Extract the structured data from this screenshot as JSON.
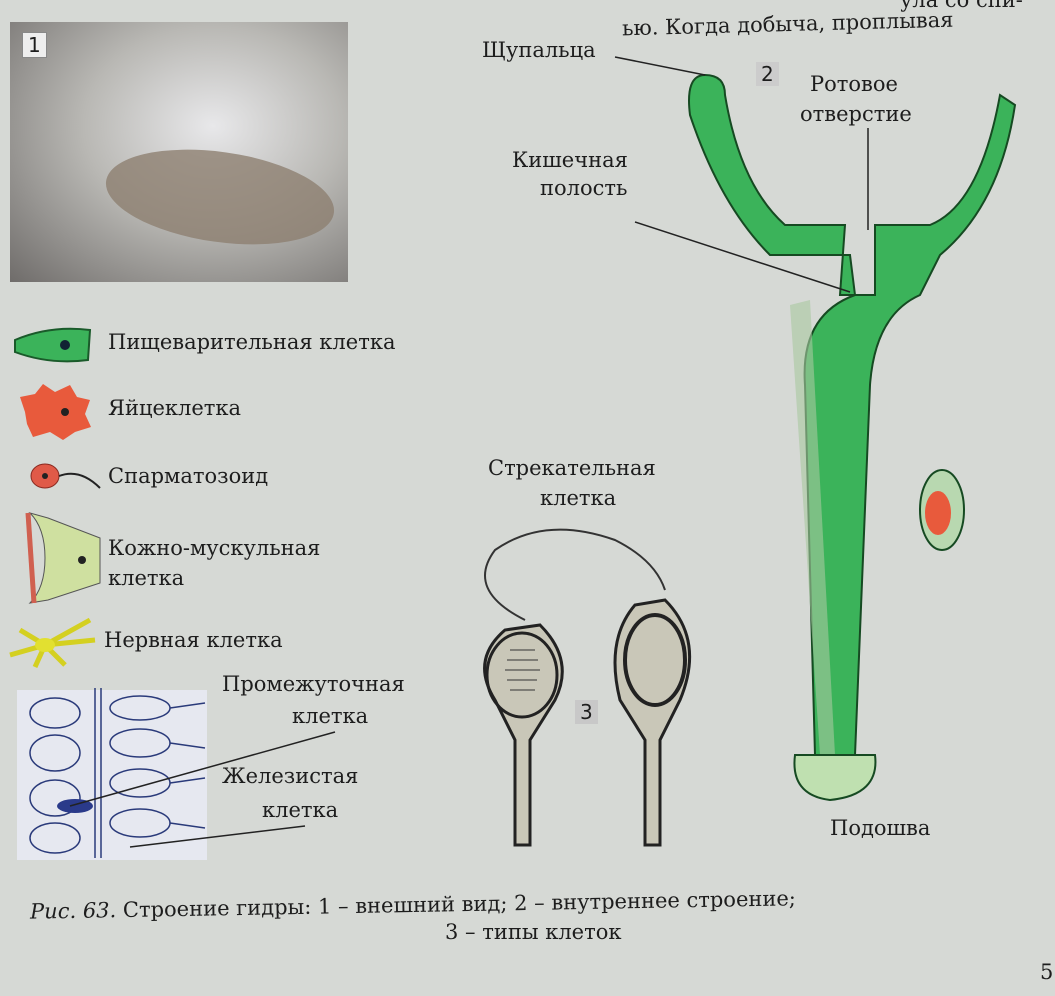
{
  "top_text": {
    "line1": "ула со спи-",
    "line2": "ью. Когда добыча, проплывая"
  },
  "panels": {
    "p1": "1",
    "p2": "2",
    "p3": "3"
  },
  "legend": [
    {
      "label": "Пищеварительная клетка",
      "color": "#3bb35a"
    },
    {
      "label": "Яйцеклетка",
      "color": "#e85a3c"
    },
    {
      "label": "Спарматозоид",
      "color": "#e05a48"
    },
    {
      "label": "Кожно-мускульная",
      "label2": "клетка",
      "color": "#cfe0a0"
    },
    {
      "label": "Нервная клетка",
      "color": "#e2e030"
    }
  ],
  "tissue_labels": {
    "intermediate1": "Промежуточная",
    "intermediate2": "клетка",
    "glandular1": "Железистая",
    "glandular2": "клетка"
  },
  "cell_labels": {
    "stinging1": "Стрекательная",
    "stinging2": "клетка"
  },
  "hydra_labels": {
    "tentacles": "Щупальца",
    "mouth1": "Ротовое",
    "mouth2": "отверстие",
    "gut1": "Кишечная",
    "gut2": "полость",
    "sole": "Подошва"
  },
  "caption": {
    "prefix": "Рис. 63.",
    "line1": " Строение гидры: 1 – внешний вид; 2 – внутреннее строение;",
    "line2": "3 – типы клеток"
  },
  "page_number": "5"
}
